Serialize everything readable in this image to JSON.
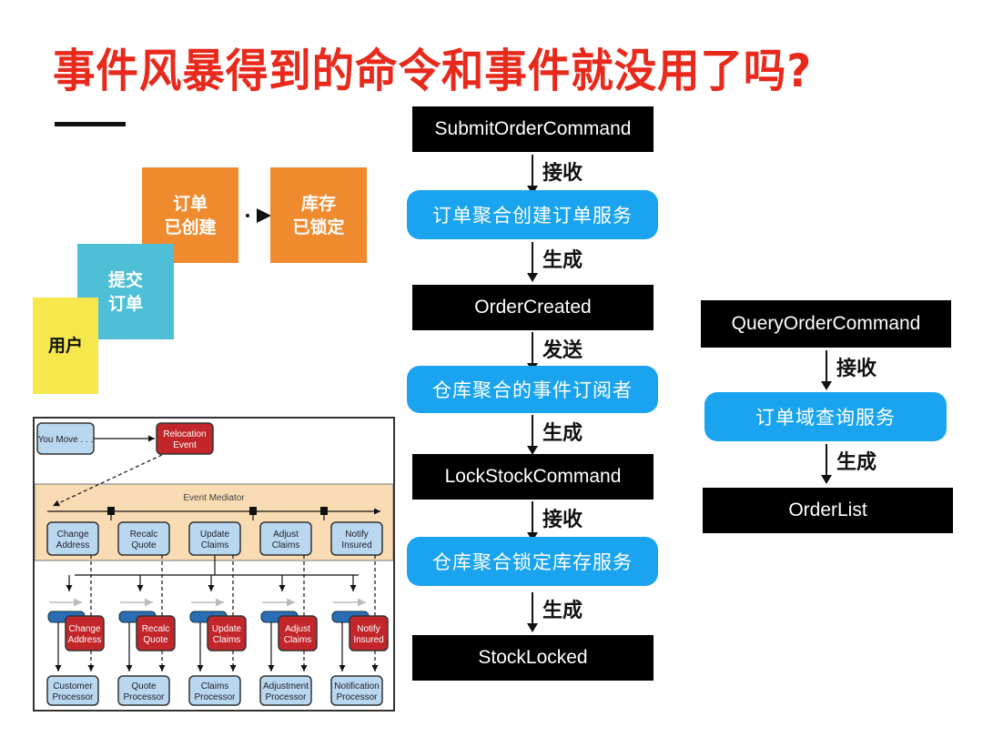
{
  "title": "事件风暴得到的命令和事件就没用了吗?",
  "sticky_notes": {
    "user": "用户",
    "submit_order": [
      "提交",
      "订单"
    ],
    "order_created": [
      "订单",
      "已创建"
    ],
    "stock_locked": [
      "库存",
      "已锁定"
    ]
  },
  "colors": {
    "title": "#e8291c",
    "service_blue": "#1aa4f0",
    "note_yellow": "#f6e84c",
    "note_cyan": "#4ebfd6",
    "note_orange": "#f08a2e",
    "fig_red": "#c2262b",
    "fig_blue": "#b9d7ee",
    "mediator_bg": "#f9dcb4"
  },
  "event_mediator_figure": {
    "you_move": "You Move . . .",
    "relocation_event": [
      "Relocation",
      "Event"
    ],
    "mediator_label": "Event Mediator",
    "steps": [
      [
        "Change",
        "Address"
      ],
      [
        "Recalc",
        "Quote"
      ],
      [
        "Update",
        "Claims"
      ],
      [
        "Adjust",
        "Claims"
      ],
      [
        "Notify",
        "Insured"
      ]
    ],
    "events": [
      [
        "Change",
        "Address"
      ],
      [
        "Recalc",
        "Quote"
      ],
      [
        "Update",
        "Claims"
      ],
      [
        "Adjust",
        "Claims"
      ],
      [
        "Notify",
        "Insured"
      ]
    ],
    "processors": [
      [
        "Customer",
        "Processor"
      ],
      [
        "Quote",
        "Processor"
      ],
      [
        "Claims",
        "Processor"
      ],
      [
        "Adjustment",
        "Processor"
      ],
      [
        "Notification",
        "Processor"
      ]
    ]
  },
  "order_flow": {
    "submit_cmd": "SubmitOrderCommand",
    "l1": "接收",
    "svc1": "订单聚合创建订单服务",
    "l2": "生成",
    "evt1": "OrderCreated",
    "l3": "发送",
    "svc2": "仓库聚合的事件订阅者",
    "l4": "生成",
    "cmd2": "LockStockCommand",
    "l5": "接收",
    "svc3": "仓库聚合锁定库存服务",
    "l6": "生成",
    "evt2": "StockLocked"
  },
  "query_flow": {
    "cmd": "QueryOrderCommand",
    "l1": "接收",
    "svc": "订单域查询服务",
    "l2": "生成",
    "result": "OrderList"
  }
}
